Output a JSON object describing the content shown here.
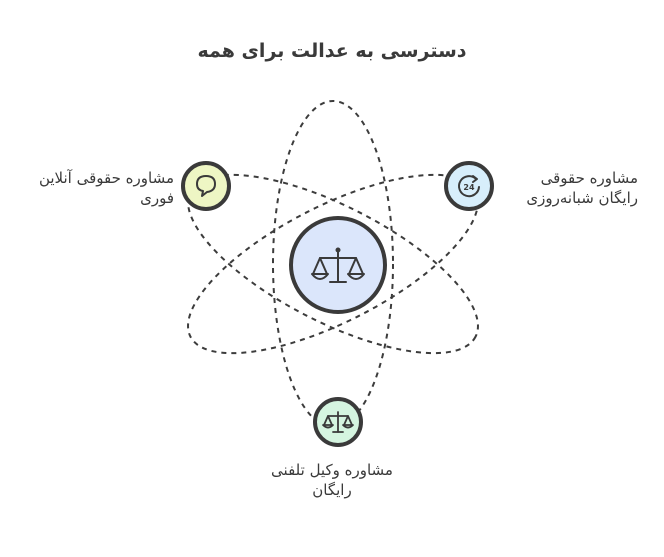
{
  "title": "دسترسی به عدالت برای همه",
  "nodes": {
    "center": {
      "icon": "scales-of-justice-icon",
      "color": "#dbe6fb"
    },
    "left": {
      "icon": "chat-bubble-icon",
      "color": "#eef6c4",
      "label_line1": "مشاوره حقوقی آنلاین",
      "label_line2": "فوری"
    },
    "right": {
      "icon": "24-hour-clock-icon",
      "color": "#d7eefb",
      "label_line1": "مشاوره حقوقی",
      "label_line2": "رایگان شبانه‌روزی"
    },
    "bottom": {
      "icon": "scales-of-justice-icon",
      "color": "#d5f5e0",
      "label_line1": "مشاوره وکیل تلفنی",
      "label_line2": "رایگان"
    }
  }
}
